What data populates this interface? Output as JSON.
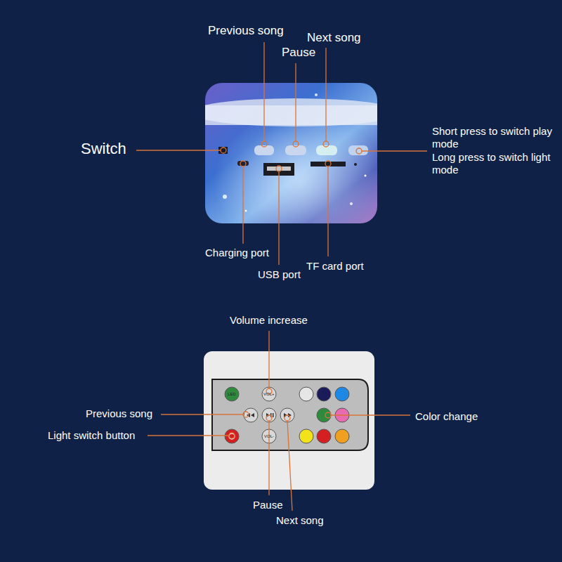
{
  "diagram": {
    "labels": [
      "Previous song",
      "Pause",
      "Next song",
      "Switch",
      "Short press to switch play mode",
      "Long press to switch light mode",
      "Charging port",
      "USB port",
      "TF card port",
      "Volume increase",
      "Previous song",
      "Color change",
      "Light switch button",
      "Pause",
      "Next song",
      "LED",
      "VOL+",
      "VOL-"
    ]
  }
}
